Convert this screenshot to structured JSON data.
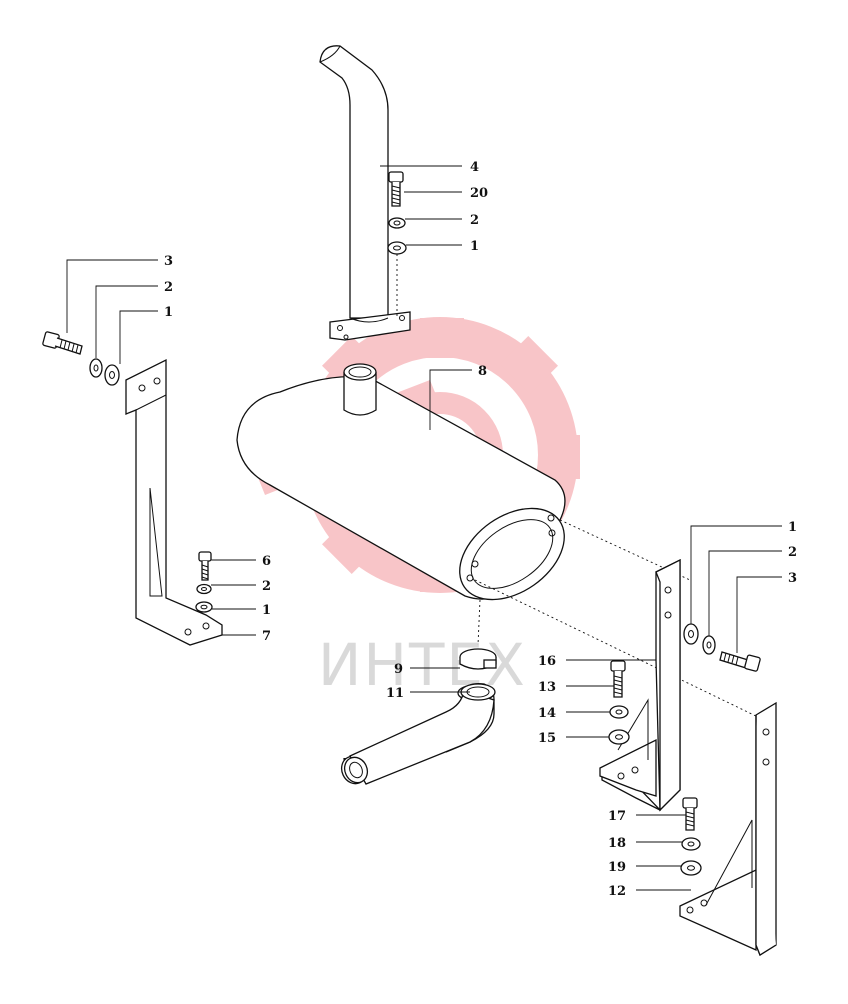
{
  "watermark": {
    "text": "ИНТЕХ",
    "color": "#e8323c"
  },
  "labels": [
    {
      "id": "l4",
      "text": "4"
    },
    {
      "id": "l20",
      "text": "20"
    },
    {
      "id": "l2a",
      "text": "2"
    },
    {
      "id": "l1a",
      "text": "1"
    },
    {
      "id": "l3b",
      "text": "3"
    },
    {
      "id": "l2b",
      "text": "2"
    },
    {
      "id": "l1b",
      "text": "1"
    },
    {
      "id": "l8",
      "text": "8"
    },
    {
      "id": "l6",
      "text": "6"
    },
    {
      "id": "l2c",
      "text": "2"
    },
    {
      "id": "l1c",
      "text": "1"
    },
    {
      "id": "l7",
      "text": "7"
    },
    {
      "id": "l1d",
      "text": "1"
    },
    {
      "id": "l2d",
      "text": "2"
    },
    {
      "id": "l3d",
      "text": "3"
    },
    {
      "id": "l9",
      "text": "9"
    },
    {
      "id": "l16",
      "text": "16"
    },
    {
      "id": "l13",
      "text": "13"
    },
    {
      "id": "l11",
      "text": "11"
    },
    {
      "id": "l14",
      "text": "14"
    },
    {
      "id": "l15",
      "text": "15"
    },
    {
      "id": "l17",
      "text": "17"
    },
    {
      "id": "l18",
      "text": "18"
    },
    {
      "id": "l19",
      "text": "19"
    },
    {
      "id": "l12",
      "text": "12"
    }
  ]
}
